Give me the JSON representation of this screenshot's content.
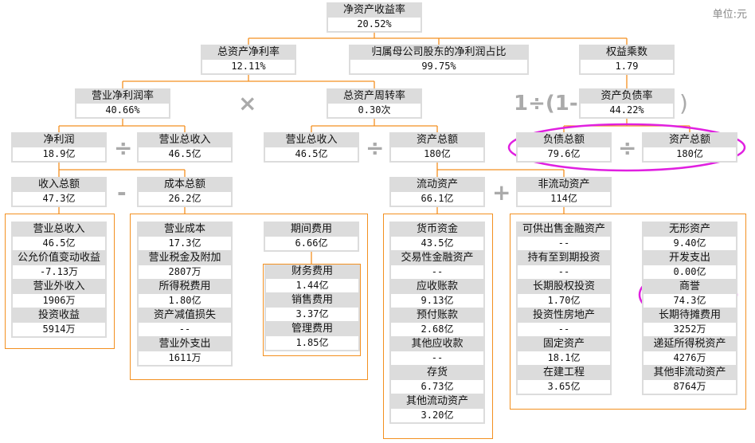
{
  "unit_label": "单位:元",
  "operators": {
    "times": "×",
    "divide": "÷",
    "minus": "-",
    "plus": "+",
    "one_minus_open": "1÷(1-",
    "close": ")"
  },
  "nodes": {
    "roe": {
      "label": "净资产收益率",
      "value": "20.52%"
    },
    "roa": {
      "label": "总资产净利率",
      "value": "12.11%"
    },
    "parent_share": {
      "label": "归属母公司股东的净利润占比",
      "value": "99.75%"
    },
    "equity_multiplier": {
      "label": "权益乘数",
      "value": "1.79"
    },
    "net_margin": {
      "label": "营业净利润率",
      "value": "40.66%"
    },
    "asset_turnover": {
      "label": "总资产周转率",
      "value": "0.30次"
    },
    "debt_ratio": {
      "label": "资产负债率",
      "value": "44.22%"
    },
    "net_profit": {
      "label": "净利润",
      "value": "18.9亿"
    },
    "revenue_a": {
      "label": "营业总收入",
      "value": "46.5亿"
    },
    "revenue_b": {
      "label": "营业总收入",
      "value": "46.5亿"
    },
    "total_assets_a": {
      "label": "资产总额",
      "value": "180亿"
    },
    "total_liabilities": {
      "label": "负债总额",
      "value": "79.6亿"
    },
    "total_assets_b": {
      "label": "资产总额",
      "value": "180亿"
    },
    "total_income": {
      "label": "收入总额",
      "value": "47.3亿"
    },
    "total_cost": {
      "label": "成本总额",
      "value": "26.2亿"
    },
    "current_assets": {
      "label": "流动资产",
      "value": "66.1亿"
    },
    "noncurrent_assets": {
      "label": "非流动资产",
      "value": "114亿"
    },
    "period_expense": {
      "label": "期间费用",
      "value": "6.66亿"
    }
  },
  "groups": {
    "income_items": [
      {
        "label": "营业总收入",
        "value": "46.5亿"
      },
      {
        "label": "公允价值变动收益",
        "value": "-7.13万"
      },
      {
        "label": "营业外收入",
        "value": "1906万"
      },
      {
        "label": "投资收益",
        "value": "5914万"
      }
    ],
    "cost_items": [
      {
        "label": "营业成本",
        "value": "17.3亿"
      },
      {
        "label": "营业税金及附加",
        "value": "2807万"
      },
      {
        "label": "所得税费用",
        "value": "1.80亿"
      },
      {
        "label": "资产减值损失",
        "value": "--"
      },
      {
        "label": "营业外支出",
        "value": "1611万"
      }
    ],
    "expense_items": [
      {
        "label": "财务费用",
        "value": "1.44亿"
      },
      {
        "label": "销售费用",
        "value": "3.37亿"
      },
      {
        "label": "管理费用",
        "value": "1.85亿"
      }
    ],
    "current_items": [
      {
        "label": "货币资金",
        "value": "43.5亿"
      },
      {
        "label": "交易性金融资产",
        "value": "--"
      },
      {
        "label": "应收账款",
        "value": "9.13亿"
      },
      {
        "label": "预付账款",
        "value": "2.68亿"
      },
      {
        "label": "其他应收款",
        "value": "--"
      },
      {
        "label": "存货",
        "value": "6.73亿"
      },
      {
        "label": "其他流动资产",
        "value": "3.20亿"
      }
    ],
    "noncurrent_items_left": [
      {
        "label": "可供出售金融资产",
        "value": "--"
      },
      {
        "label": "持有至到期投资",
        "value": "--"
      },
      {
        "label": "长期股权投资",
        "value": "1.70亿"
      },
      {
        "label": "投资性房地产",
        "value": "--"
      },
      {
        "label": "固定资产",
        "value": "18.1亿"
      },
      {
        "label": "在建工程",
        "value": "3.65亿"
      }
    ],
    "noncurrent_items_right": [
      {
        "label": "无形资产",
        "value": "9.40亿"
      },
      {
        "label": "开发支出",
        "value": "0.00亿"
      },
      {
        "label": "商誉",
        "value": "74.3亿"
      },
      {
        "label": "长期待摊费用",
        "value": "3252万"
      },
      {
        "label": "递延所得税资产",
        "value": "4276万"
      },
      {
        "label": "其他非流动资产",
        "value": "8764万"
      }
    ]
  },
  "colors": {
    "connector": "#f39020",
    "highlight": "#e020e0",
    "title_bg": "#dcdcdc",
    "operator": "#aaaaaa"
  }
}
